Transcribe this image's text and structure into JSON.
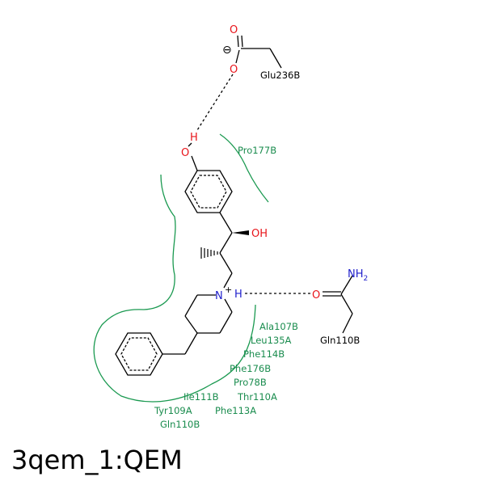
{
  "caption": "3qem_1:QEM",
  "colors": {
    "contact": "#1a9950",
    "oxygen": "#e8141a",
    "nitrogen": "#1f1fcc",
    "bond": "#000000"
  },
  "atoms": {
    "o_top": "O",
    "o_glu": "O",
    "minus": "⊖",
    "h_phenol": "H",
    "o_phenol": "O",
    "oh": "OH",
    "n_plus": "N",
    "plus": "+",
    "h_n": "H",
    "o_gln": "O",
    "nh2_n": "NH",
    "nh2_sub": "2"
  },
  "residues": {
    "glu236b": "Glu236B",
    "gln110b_right": "Gln110B",
    "pro177b": "Pro177B",
    "ala107b": "Ala107B",
    "leu135a": "Leu135A",
    "phe114b": "Phe114B",
    "phe176b": "Phe176B",
    "pro78b": "Pro78B",
    "ile111b": "Ile111B",
    "thr110a": "Thr110A",
    "tyr109a": "Tyr109A",
    "phe113a": "Phe113A",
    "gln110b_bottom": "Gln110B"
  }
}
